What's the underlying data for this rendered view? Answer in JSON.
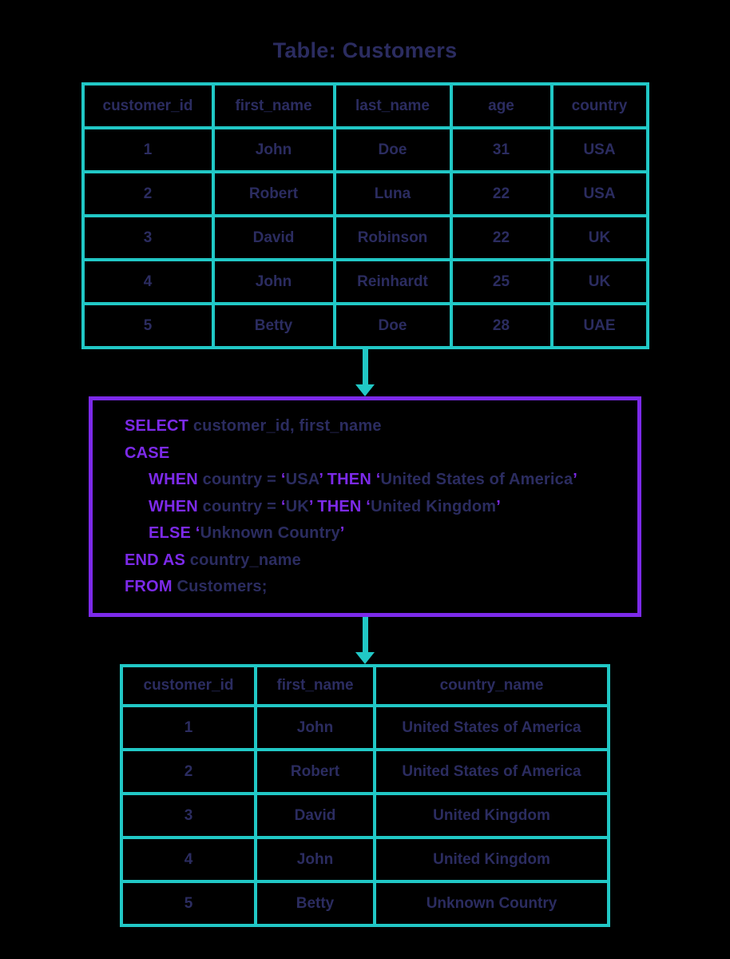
{
  "title": "Table: Customers",
  "colors": {
    "background": "#000000",
    "teal": "#21c8c6",
    "purple": "#7c2ae9",
    "navy": "#2b2c60"
  },
  "icons": {
    "flow_arrow": "arrow-down"
  },
  "source_table": {
    "columns": [
      "customer_id",
      "first_name",
      "last_name",
      "age",
      "country"
    ],
    "rows": [
      [
        "1",
        "John",
        "Doe",
        "31",
        "USA"
      ],
      [
        "2",
        "Robert",
        "Luna",
        "22",
        "USA"
      ],
      [
        "3",
        "David",
        "Robinson",
        "22",
        "UK"
      ],
      [
        "4",
        "John",
        "Reinhardt",
        "25",
        "UK"
      ],
      [
        "5",
        "Betty",
        "Doe",
        "28",
        "UAE"
      ]
    ]
  },
  "sql_query": {
    "lines": [
      {
        "indent": false,
        "segments": [
          {
            "text": "SELECT ",
            "style": "keyword"
          },
          {
            "text": "customer_id, first_name",
            "style": "plain"
          }
        ]
      },
      {
        "indent": false,
        "segments": [
          {
            "text": "CASE",
            "style": "keyword"
          }
        ]
      },
      {
        "indent": true,
        "segments": [
          {
            "text": "WHEN ",
            "style": "keyword"
          },
          {
            "text": "country = ",
            "style": "plain"
          },
          {
            "text": "‘",
            "style": "quote"
          },
          {
            "text": "USA",
            "style": "string"
          },
          {
            "text": "’ ",
            "style": "quote"
          },
          {
            "text": "THEN ",
            "style": "keyword"
          },
          {
            "text": "‘",
            "style": "quote"
          },
          {
            "text": "United States of America",
            "style": "string"
          },
          {
            "text": "’",
            "style": "quote"
          }
        ]
      },
      {
        "indent": true,
        "segments": [
          {
            "text": "WHEN ",
            "style": "keyword"
          },
          {
            "text": "country = ",
            "style": "plain"
          },
          {
            "text": "‘",
            "style": "quote"
          },
          {
            "text": "UK",
            "style": "string"
          },
          {
            "text": "’ ",
            "style": "quote"
          },
          {
            "text": "THEN ",
            "style": "keyword"
          },
          {
            "text": "‘",
            "style": "quote"
          },
          {
            "text": "United Kingdom",
            "style": "string"
          },
          {
            "text": "’",
            "style": "quote"
          }
        ]
      },
      {
        "indent": true,
        "segments": [
          {
            "text": "ELSE ",
            "style": "keyword"
          },
          {
            "text": "‘",
            "style": "quote"
          },
          {
            "text": "Unknown Country",
            "style": "string"
          },
          {
            "text": "’",
            "style": "quote"
          }
        ]
      },
      {
        "indent": false,
        "segments": [
          {
            "text": "END AS ",
            "style": "keyword"
          },
          {
            "text": "country_name",
            "style": "plain"
          }
        ]
      },
      {
        "indent": false,
        "segments": [
          {
            "text": "FROM ",
            "style": "keyword"
          },
          {
            "text": "Customers;",
            "style": "plain"
          }
        ]
      }
    ]
  },
  "result_table": {
    "columns": [
      "customer_id",
      "first_name",
      "country_name"
    ],
    "rows": [
      [
        "1",
        "John",
        "United States of America"
      ],
      [
        "2",
        "Robert",
        "United States of America"
      ],
      [
        "3",
        "David",
        "United Kingdom"
      ],
      [
        "4",
        "John",
        "United Kingdom"
      ],
      [
        "5",
        "Betty",
        "Unknown Country"
      ]
    ]
  }
}
